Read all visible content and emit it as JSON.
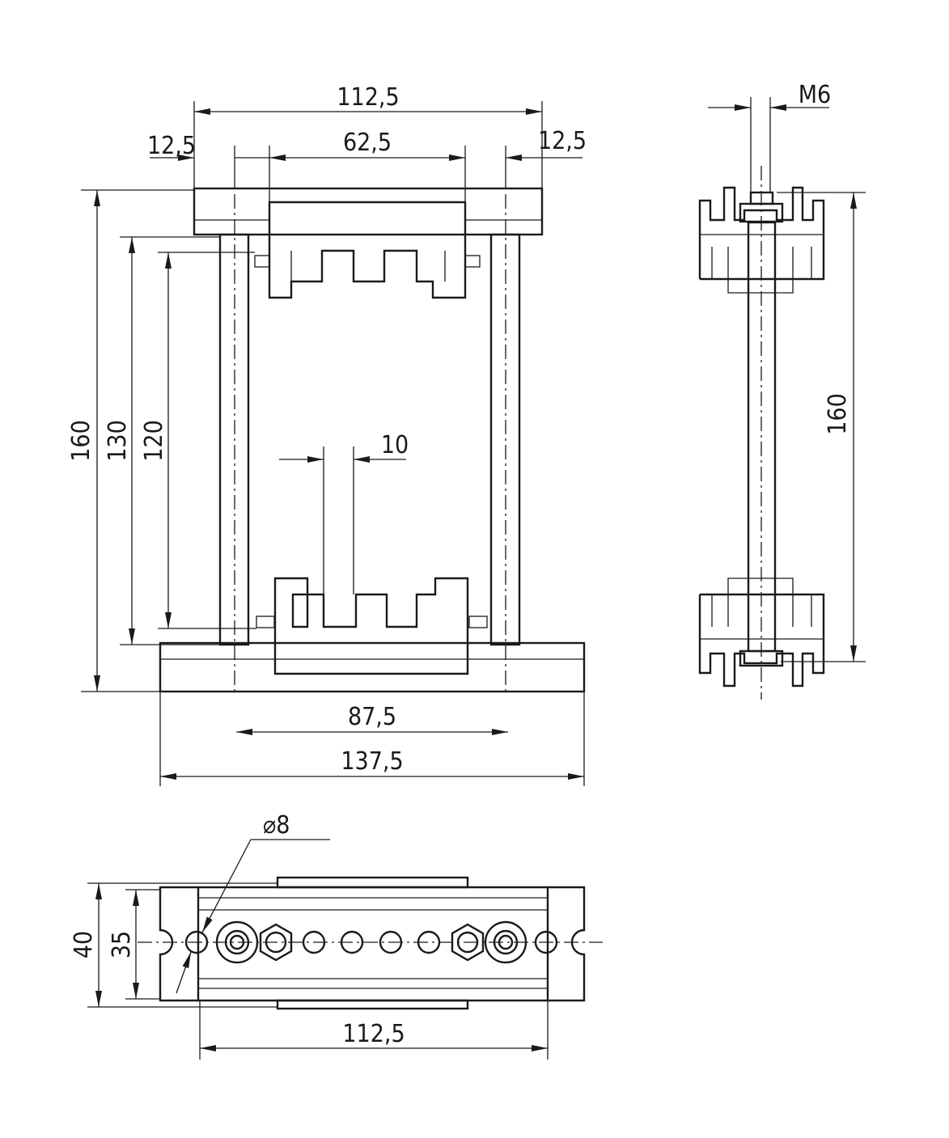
{
  "drawing": {
    "front_view": {
      "overall_width_top": "112,5",
      "left_offset": "12,5",
      "bracket_width": "62,5",
      "right_offset": "12,5",
      "overall_height": "160",
      "post_height": "130",
      "inner_height": "120",
      "tooth_width": "10",
      "post_spacing": "87,5",
      "rail_length": "137,5"
    },
    "side_view": {
      "thread": "M6",
      "height": "160"
    },
    "bottom_view": {
      "hole_diameter": "⌀8",
      "outer_width": "40",
      "inner_width": "35",
      "length": "112,5"
    }
  }
}
